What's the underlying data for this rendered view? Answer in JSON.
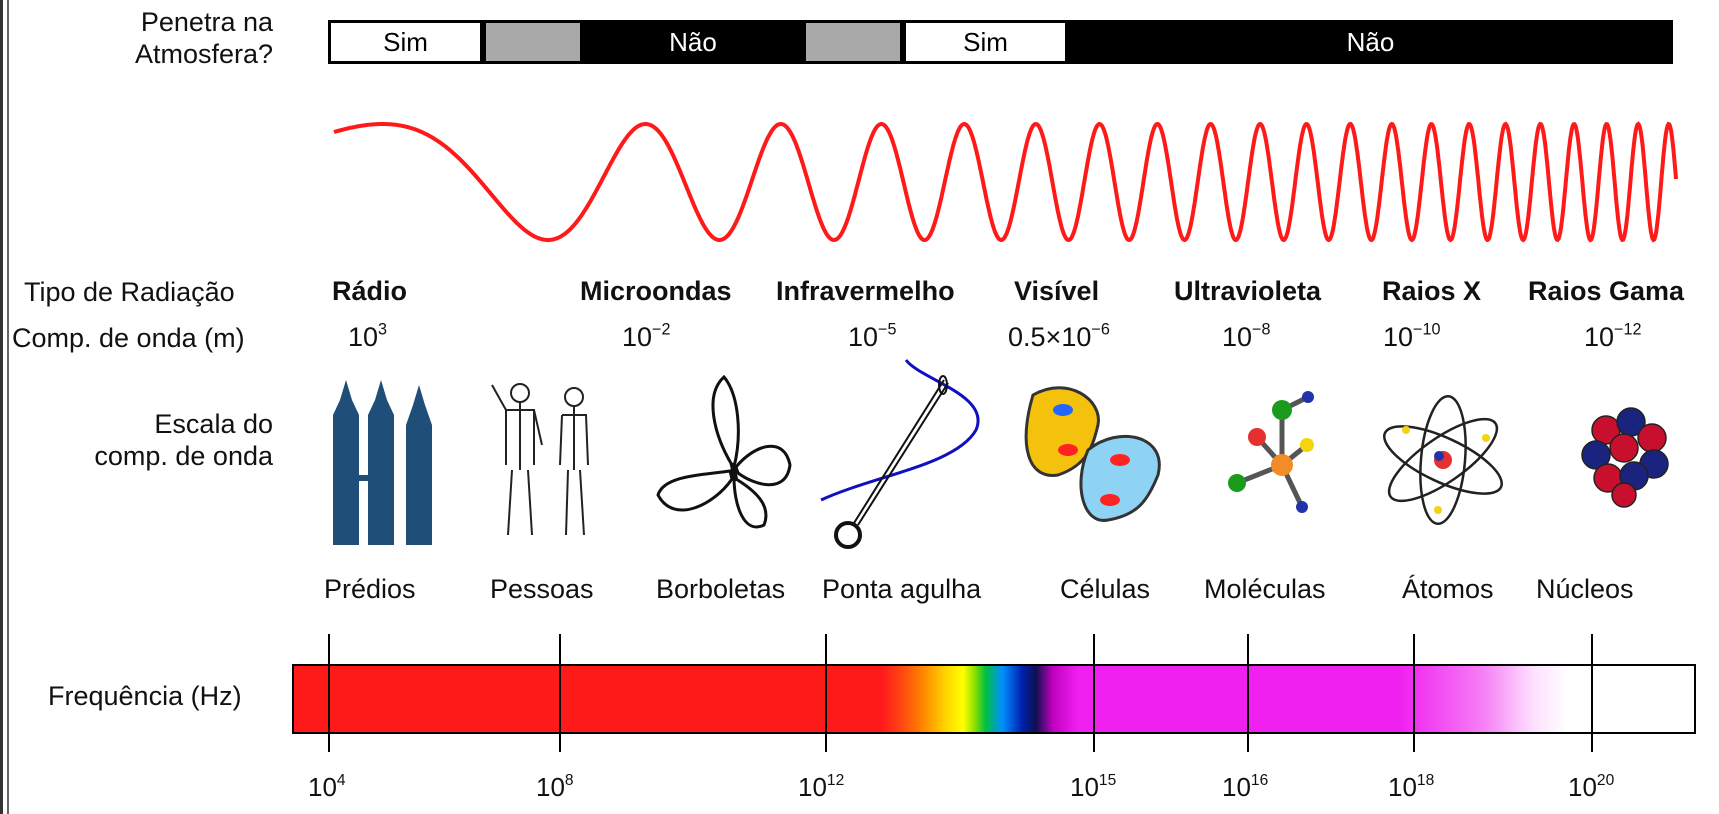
{
  "row_labels": {
    "penetrates_line1": "Penetra na",
    "penetrates_line2": "Atmosfera?",
    "radiation_type": "Tipo de Radiação",
    "wavelength": "Comp. de onda (m)",
    "scale_line1": "Escala do",
    "scale_line2": "comp. de onda",
    "frequency": "Frequência (Hz)"
  },
  "atmosphere_bands": [
    {
      "label": "Sim",
      "style": "white"
    },
    {
      "label": "",
      "style": "gray"
    },
    {
      "label": "Não",
      "style": "black"
    },
    {
      "label": "",
      "style": "gray"
    },
    {
      "label": "Sim",
      "style": "white"
    },
    {
      "label": "Não",
      "style": "black"
    }
  ],
  "radiation_types": [
    "Rádio",
    "Microondas",
    "Infravermelho",
    "Visível",
    "Ultravioleta",
    "Raios X",
    "Raios Gama"
  ],
  "wavelengths": [
    {
      "mantissa": "",
      "base": "10",
      "exp": "3"
    },
    {
      "mantissa": "",
      "base": "10",
      "exp": "−2"
    },
    {
      "mantissa": "",
      "base": "10",
      "exp": "−5"
    },
    {
      "mantissa": "0.5×",
      "base": "10",
      "exp": "−6"
    },
    {
      "mantissa": "",
      "base": "10",
      "exp": "−8"
    },
    {
      "mantissa": "",
      "base": "10",
      "exp": "−10"
    },
    {
      "mantissa": "",
      "base": "10",
      "exp": "−12"
    }
  ],
  "scale_objects": [
    "Prédios",
    "Pessoas",
    "Borboletas",
    "Ponta agulha",
    "Células",
    "Moléculas",
    "Átomos",
    "Núcleos"
  ],
  "illustrations": [
    "buildings-icon",
    "people-icon",
    "butterfly-icon",
    "needle-icon",
    "cells-icon",
    "molecule-icon",
    "atom-icon",
    "nucleus-icon"
  ],
  "frequency_ticks": [
    {
      "base": "10",
      "exp": "4"
    },
    {
      "base": "10",
      "exp": "8"
    },
    {
      "base": "10",
      "exp": "12"
    },
    {
      "base": "10",
      "exp": "15"
    },
    {
      "base": "10",
      "exp": "16"
    },
    {
      "base": "10",
      "exp": "18"
    },
    {
      "base": "10",
      "exp": "20"
    }
  ],
  "colors": {
    "wave": "#ff1a1a",
    "band_black": "#000000",
    "band_gray": "#a9a9a9",
    "red": "#ff1a1a",
    "magenta": "#f020f0"
  }
}
